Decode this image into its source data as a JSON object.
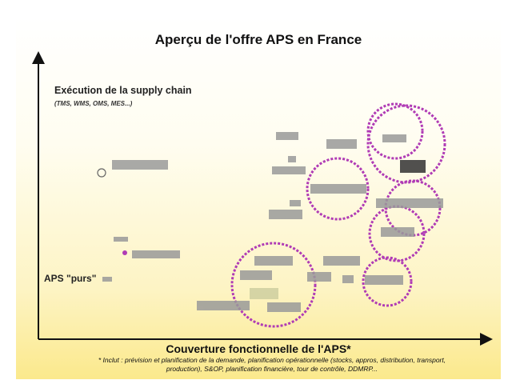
{
  "title": "Aperçu de l'offre APS en France",
  "categories": {
    "top_label": "Exécution de la supply chain",
    "top_sublabel": "(TMS, WMS, OMS, MES...)",
    "bottom_label": "APS \"purs\""
  },
  "x_axis": {
    "label": "Couverture fonctionnelle de l'APS*"
  },
  "footnote": "* Inclut : prévision et planification de la demande, planification opérationnelle (stocks, appros, distribution, transport, production), S&OP, planification financière, tour de contrôle, DDMRP...",
  "colors": {
    "axis": "#111111",
    "bubble": "#b03bb5",
    "background_top": "#ffffff",
    "background_bottom": "#fbe98c"
  }
}
